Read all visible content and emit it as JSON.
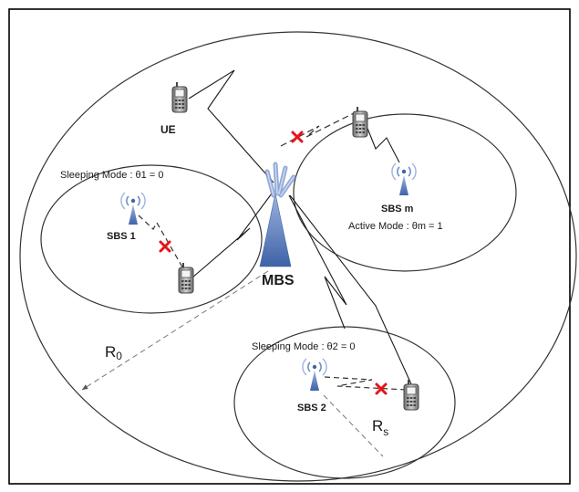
{
  "labels": {
    "ue": "UE",
    "mbs": "MBS",
    "sbs1": "SBS 1",
    "sbs2": "SBS 2",
    "sbsm": "SBS m",
    "mode1": "Sleeping Mode : θ1 = 0",
    "mode2": "Sleeping Mode : θ2 = 0",
    "modem": "Active Mode : θm = 1",
    "r0_main": "R",
    "r0_sub": "0",
    "rs_main": "R",
    "rs_sub": "s"
  },
  "colors": {
    "line": "#1a1a1a",
    "dashed": "#777777",
    "cross": "#e8131b",
    "tower": "#6f8fc8",
    "tower_dark": "#3e63a8",
    "phone": "#8a8a8a"
  }
}
